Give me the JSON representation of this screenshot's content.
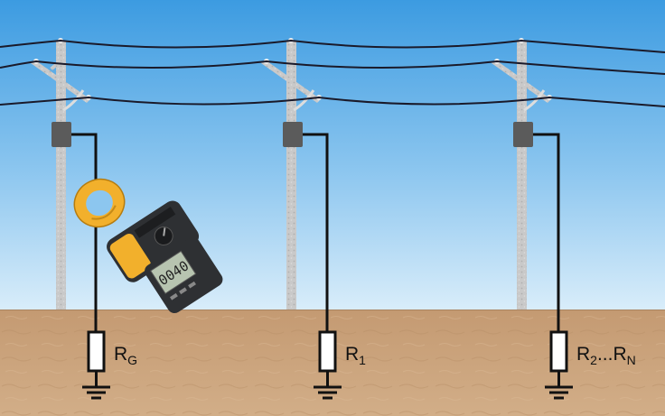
{
  "resistors": [
    {
      "label": "R",
      "sub": "G",
      "suffix": "",
      "sub2": ""
    },
    {
      "label": "R",
      "sub": "1",
      "suffix": "",
      "sub2": ""
    },
    {
      "label": "R",
      "sub": "2",
      "suffix": "...R",
      "sub2": "N"
    }
  ],
  "meter": {
    "display": "0040",
    "icon": "clamp-meter-icon"
  },
  "colors": {
    "sky_top": "#3f9de2",
    "sky_bottom": "#dbeefb",
    "ground": "#c8a27c",
    "wire": "#111111",
    "clamp_yellow": "#f2b02c"
  }
}
